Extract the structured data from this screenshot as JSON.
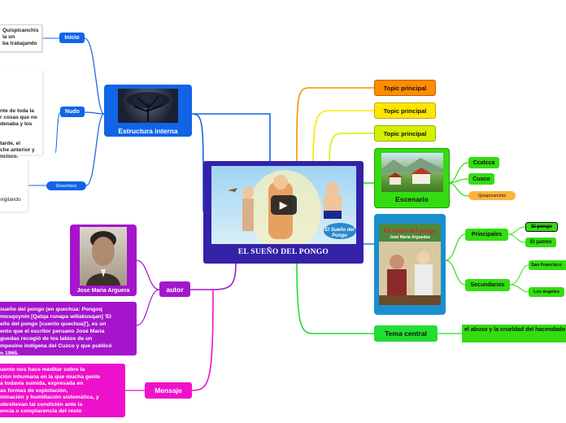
{
  "central": {
    "title": "EL SUEÑO DEL PONGO",
    "play_icon": "play-icon",
    "image_label": "El Sueño del Pongo"
  },
  "topics": [
    "Topic principal",
    "Topic principal",
    "Topic principal"
  ],
  "escenario": {
    "label": "Escenario",
    "items": [
      "Ccatcca",
      "Cusco",
      "Quispicanchis"
    ]
  },
  "personajes": {
    "book_title": "El sueño del pongo",
    "book_author": "José María Arguedas",
    "principales": {
      "label": "Principales",
      "items": [
        "El pongo",
        "El patrón"
      ]
    },
    "secundarios": {
      "label": "Secundarios",
      "items": [
        "San Francisco",
        "Los ángeles"
      ]
    }
  },
  "tema": {
    "label": "Tema central",
    "text": "el abuso y la crueldad del hacendado hacia sus trabajadores indígenas"
  },
  "estructura": {
    "label": "Estructura interna",
    "inicio": {
      "label": "Inicio",
      "text": "Quispicanchis\nla un\nba trabajando"
    },
    "nudo": {
      "label": "Nudo",
      "text": "nte de toda la\nr cosas que no\ndenaba y los\n\n\ntarde,  el\nche anterior y\nncisco."
    },
    "desenlace": {
      "label": "Desenlace",
      "text": "vigilando"
    }
  },
  "autor": {
    "label": "autor",
    "portrait_caption": "Jose Maria Arguera",
    "bio": "sueño del pongo (en quechua: Pongoq\nmosqoynin [Qatqa runapa willakusqan] 'El\neño del pongo [cuento quechua]'), es un\nento que el escritor peruano José María\nguedas recogió de los labios de un\nmpesino indígena del Cuzco y que publicó\nn 1965."
  },
  "mensaje": {
    "label": "Mensaje",
    "text": "uento nos hace meditar sobre la\nción inhumana en la que mucha gente\na todavía sumida, expresada en\nas formas de explotación,\nminación y humillación sistemática, y\nobrelievan tal condición ante la\nencia o complacencia del resto"
  },
  "colors": {
    "central": "#3322a8",
    "topic1": "#ff8c00",
    "topic2": "#ffe600",
    "topic3": "#d4f000",
    "escenario": "#33dd11",
    "personajes": "#1a8fd0",
    "tema": "#22dd33",
    "estructura": "#1164e6",
    "autor": "#a515cc",
    "mensaje": "#ee11cc"
  }
}
